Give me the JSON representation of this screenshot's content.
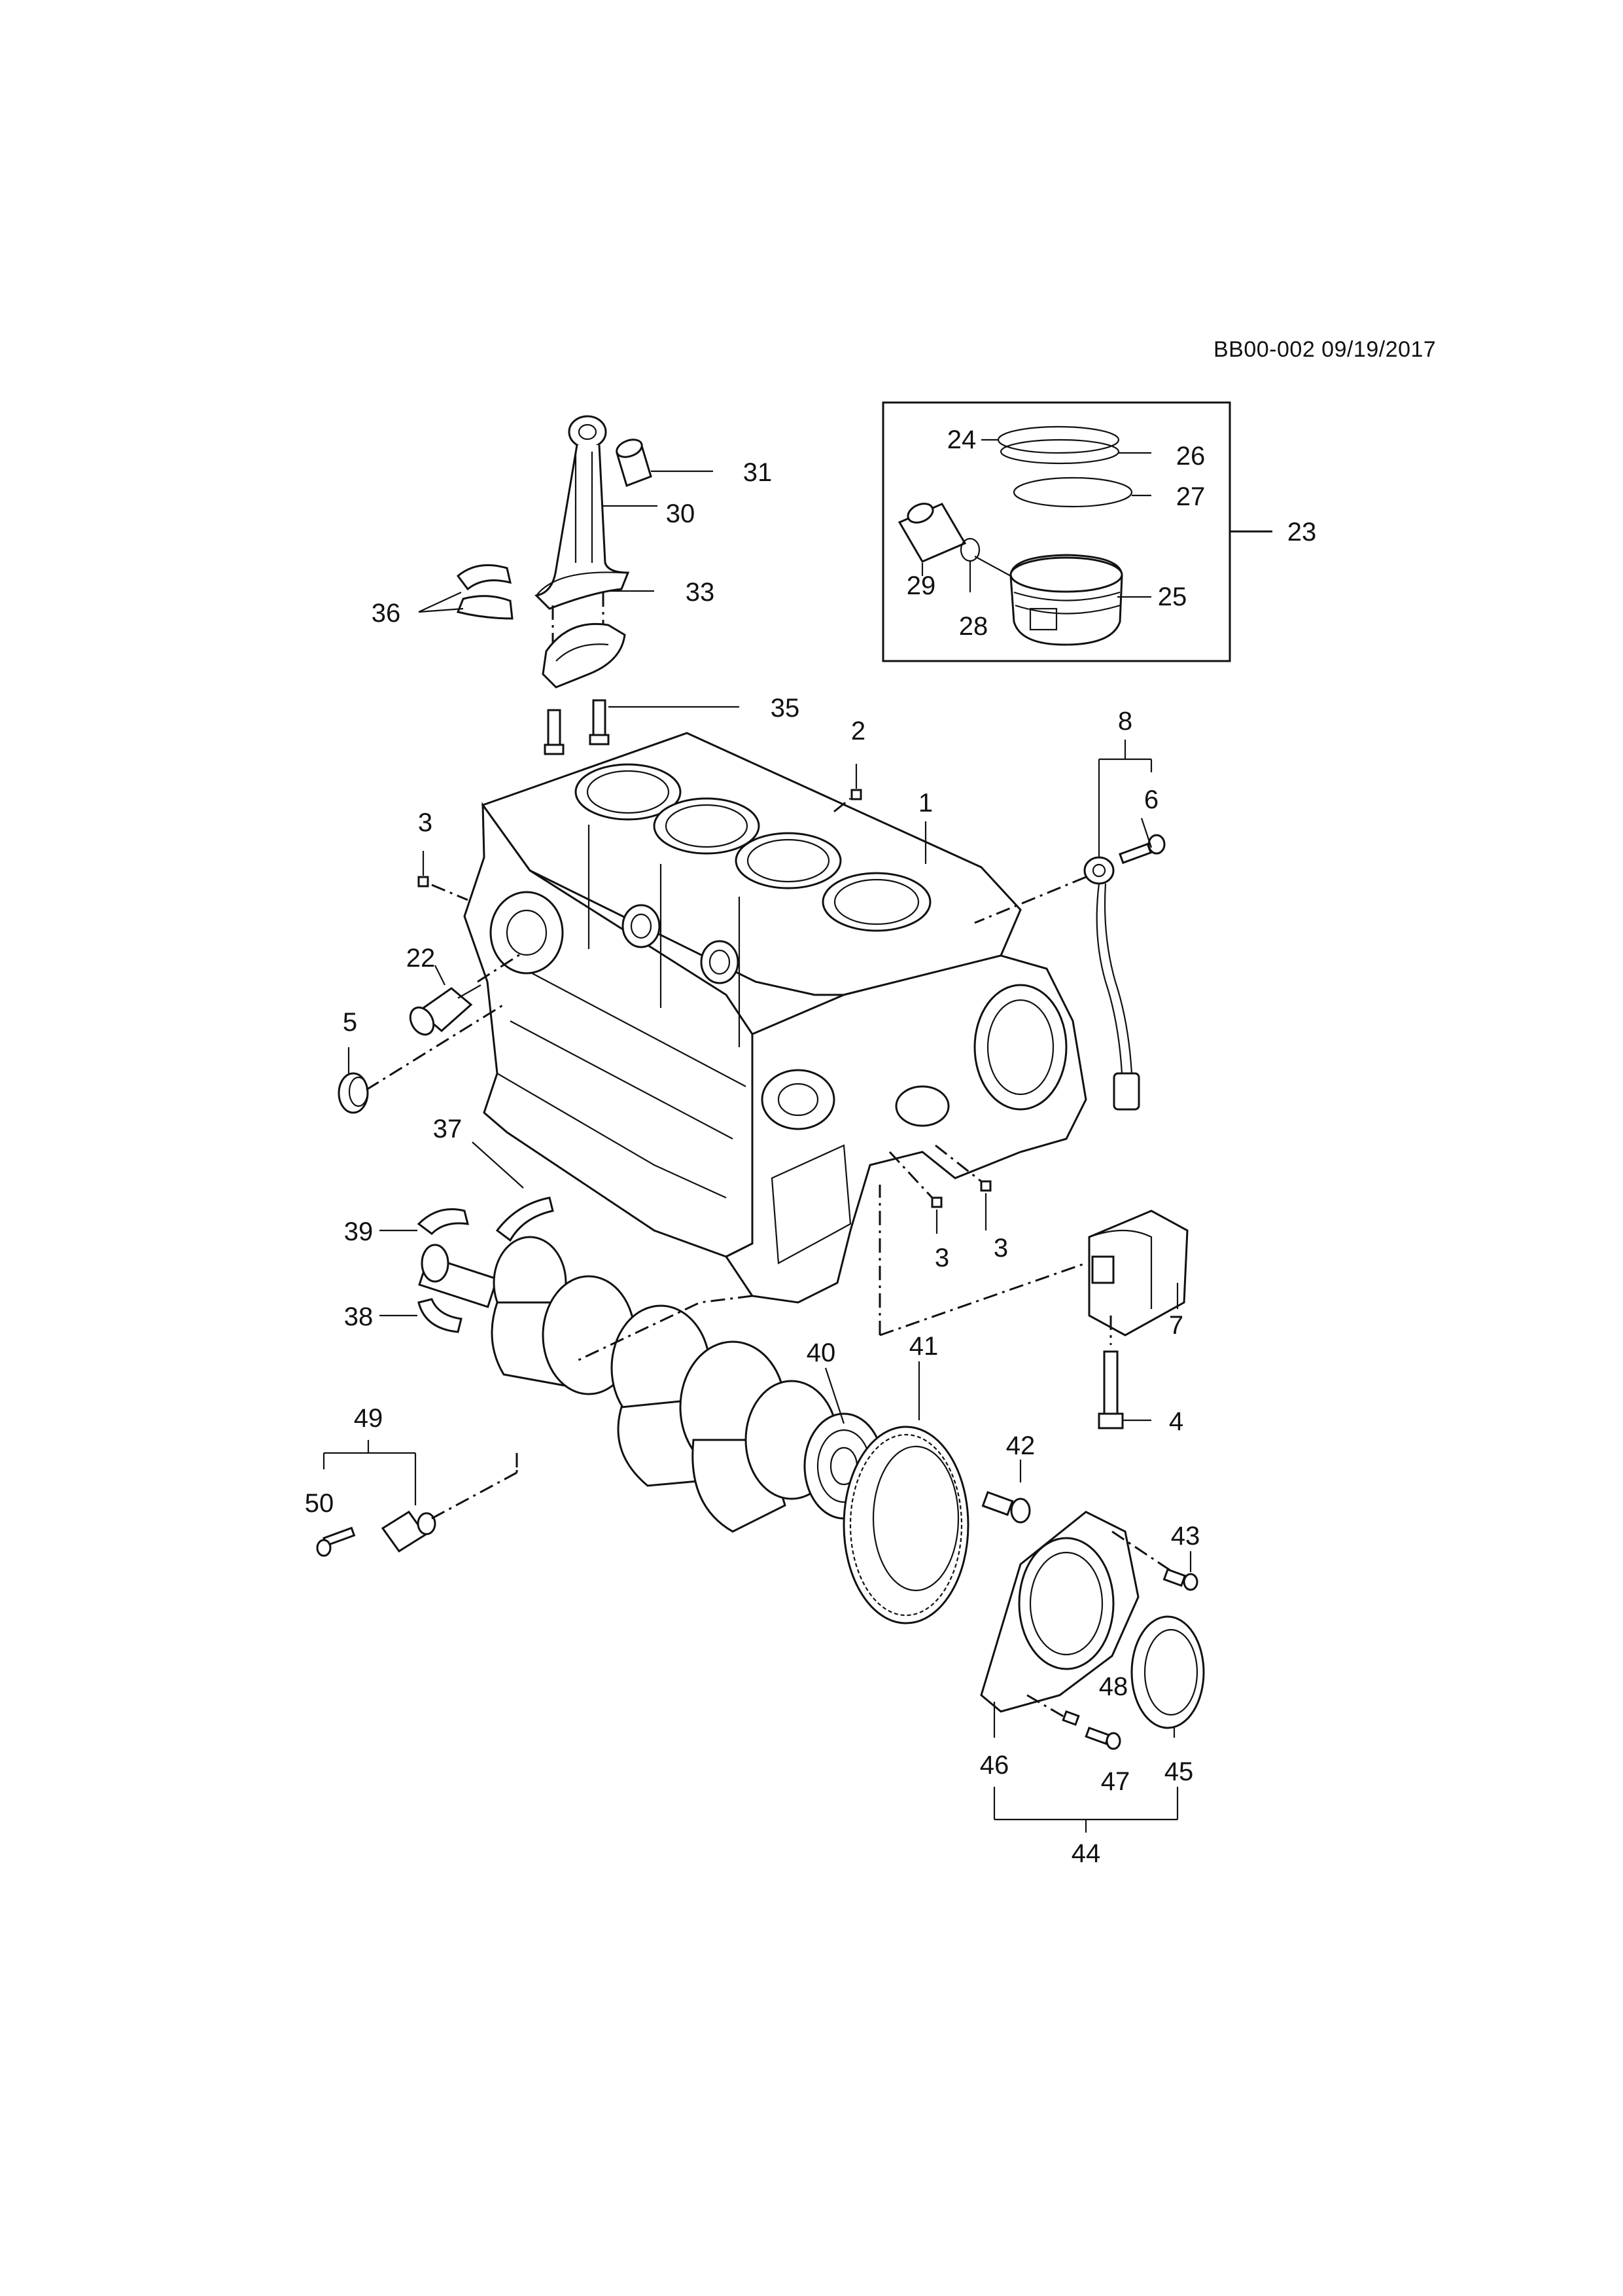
{
  "diagram_ref": "BB00-002 09/19/2017",
  "callouts": [
    {
      "id": "c1",
      "text": "1"
    },
    {
      "id": "c2",
      "text": "2"
    },
    {
      "id": "c3a",
      "text": "3"
    },
    {
      "id": "c3b",
      "text": "3"
    },
    {
      "id": "c3c",
      "text": "3"
    },
    {
      "id": "c4",
      "text": "4"
    },
    {
      "id": "c5",
      "text": "5"
    },
    {
      "id": "c6",
      "text": "6"
    },
    {
      "id": "c7",
      "text": "7"
    },
    {
      "id": "c8",
      "text": "8"
    },
    {
      "id": "c22",
      "text": "22"
    },
    {
      "id": "c23",
      "text": "23"
    },
    {
      "id": "c24",
      "text": "24"
    },
    {
      "id": "c25",
      "text": "25"
    },
    {
      "id": "c26",
      "text": "26"
    },
    {
      "id": "c27",
      "text": "27"
    },
    {
      "id": "c28",
      "text": "28"
    },
    {
      "id": "c29",
      "text": "29"
    },
    {
      "id": "c30",
      "text": "30"
    },
    {
      "id": "c31",
      "text": "31"
    },
    {
      "id": "c33",
      "text": "33"
    },
    {
      "id": "c35",
      "text": "35"
    },
    {
      "id": "c36",
      "text": "36"
    },
    {
      "id": "c37",
      "text": "37"
    },
    {
      "id": "c38",
      "text": "38"
    },
    {
      "id": "c39",
      "text": "39"
    },
    {
      "id": "c40",
      "text": "40"
    },
    {
      "id": "c41",
      "text": "41"
    },
    {
      "id": "c42",
      "text": "42"
    },
    {
      "id": "c43",
      "text": "43"
    },
    {
      "id": "c44",
      "text": "44"
    },
    {
      "id": "c45",
      "text": "45"
    },
    {
      "id": "c46",
      "text": "46"
    },
    {
      "id": "c47",
      "text": "47"
    },
    {
      "id": "c48",
      "text": "48"
    },
    {
      "id": "c49",
      "text": "49"
    },
    {
      "id": "c50",
      "text": "50"
    }
  ]
}
